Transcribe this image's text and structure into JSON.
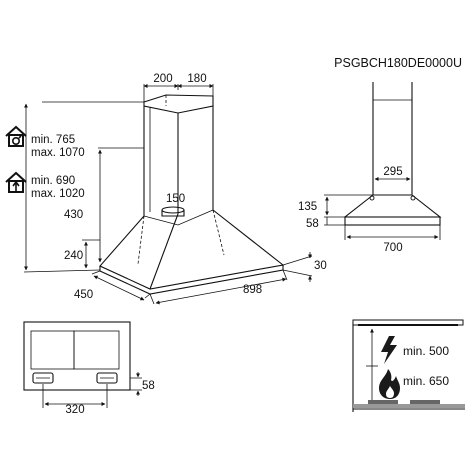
{
  "model_code": "PSGBCH180DE0000U",
  "main_view": {
    "top_widths": [
      "200",
      "180"
    ],
    "icon_names": [
      "house-recirculation-icon",
      "house-extraction-icon"
    ],
    "recirc_min": "min. 765",
    "recirc_max": "max. 1070",
    "extract_min": "min. 690",
    "extract_max": "max. 1020",
    "chimney_height": "430",
    "outlet_diameter": "150",
    "canopy_height": "240",
    "edge_thickness": "30",
    "depth": "450",
    "width": "898"
  },
  "side_view": {
    "top_width": "295",
    "upper_height": "135",
    "lower_height": "58",
    "bottom_width": "700"
  },
  "template_view": {
    "hole_spacing": "320",
    "hole_offset": "58"
  },
  "clearance_view": {
    "electric_min": "min. 500",
    "gas_min": "min. 650",
    "icon_names": [
      "lightning-icon",
      "flame-icon"
    ],
    "colors": {
      "icon_dark": "#1a1a1a",
      "hob_gray": "#999999"
    }
  }
}
